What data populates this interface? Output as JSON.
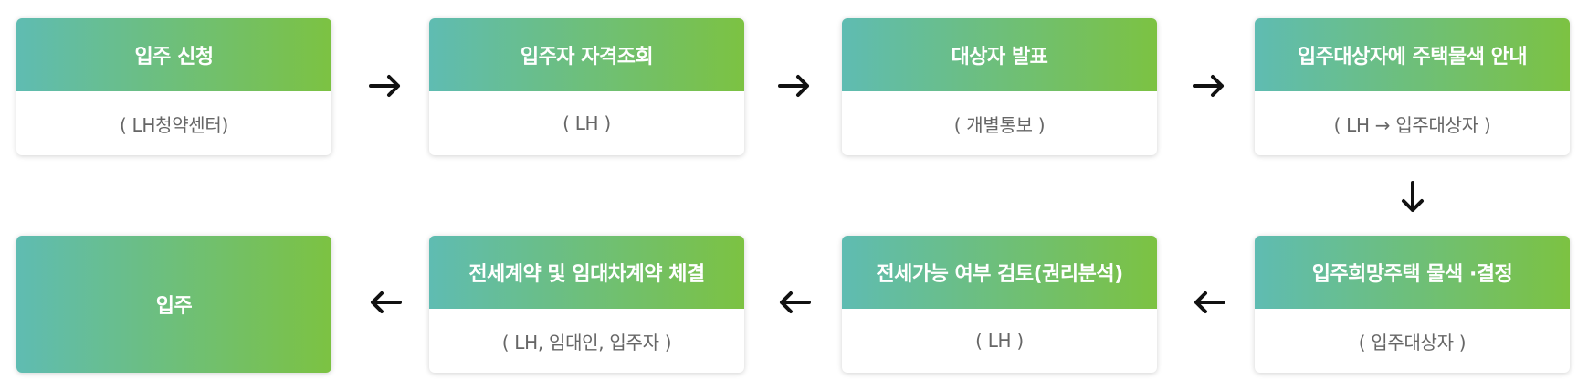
{
  "steps": [
    {
      "title": "입주 신청",
      "sub": "( LH청약센터)"
    },
    {
      "title": "입주자 자격조회",
      "sub": "( LH )"
    },
    {
      "title": "대상자 발표",
      "sub": "( 개별통보 )"
    },
    {
      "title": "입주대상자에 주택물색 안내",
      "sub": "( LH → 입주대상자 )"
    },
    {
      "title": "입주희망주택 물색 ·결정",
      "sub": "( 입주대상자 )"
    },
    {
      "title": "전세가능 여부 검토(권리분석)",
      "sub": "( LH )"
    },
    {
      "title": "전세계약 및 임대차계약 체결",
      "sub": "( LH, 임대인, 입주자 )"
    },
    {
      "title": "입주",
      "sub": ""
    }
  ],
  "colors": {
    "gradient_start": "#5fbcb2",
    "gradient_end": "#7cc242",
    "sub_text": "#666666",
    "arrow": "#111111"
  },
  "icons": {
    "right": "arrow-right-icon",
    "down": "arrow-down-icon",
    "left": "arrow-left-icon"
  }
}
